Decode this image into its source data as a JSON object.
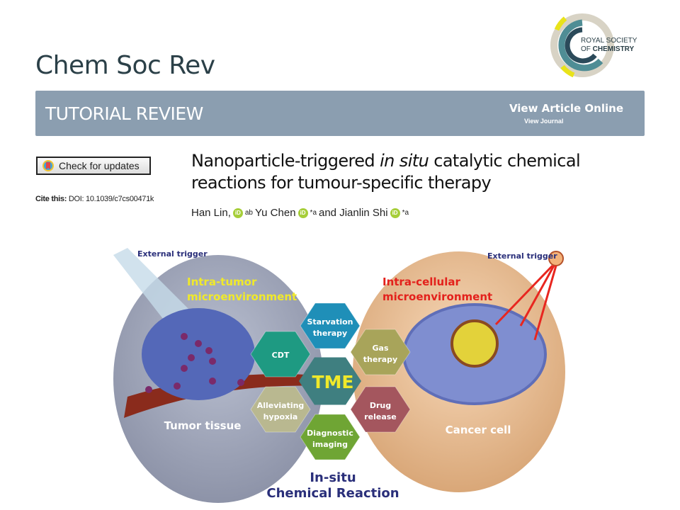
{
  "journal": "Chem Soc Rev",
  "publisher_logo": {
    "line1": "ROYAL SOCIETY",
    "line2_prefix": "OF ",
    "line2": "CHEMISTRY"
  },
  "banner": {
    "type": "TUTORIAL REVIEW",
    "view_article": "View Article Online",
    "view_journal": "View Journal"
  },
  "check_updates": "Check for updates",
  "cite": {
    "label": "Cite this:",
    "doi": "DOI: 10.1039/c7cs00471k"
  },
  "article": {
    "title_part1": "Nanoparticle-triggered ",
    "title_italic": "in situ",
    "title_part2": " catalytic chemical reactions for tumour-specific therapy",
    "authors": [
      {
        "name": "Han Lin,",
        "sup": "ab"
      },
      {
        "name": "Yu Chen",
        "sup": "*a"
      },
      {
        "name": "and Jianlin Shi",
        "sup": "*a"
      }
    ],
    "orcid_label": "iD"
  },
  "figure": {
    "left_trigger": "External trigger",
    "right_trigger": "External trigger",
    "left_env_1": "Intra-tumor",
    "left_env_2": "microenvironment",
    "right_env_1": "Intra-cellular",
    "right_env_2": "microenvironment",
    "left_label": "Tumor tissue",
    "right_label": "Cancer cell",
    "center": "TME",
    "hexes": [
      {
        "l1": "Starvation",
        "l2": "therapy",
        "color": "#1f8fb8"
      },
      {
        "l1": "CDT",
        "l2": "",
        "color": "#1e9a82"
      },
      {
        "l1": "Gas",
        "l2": "therapy",
        "color": "#a8a45a"
      },
      {
        "l1": "Alleviating",
        "l2": "hypoxia",
        "color": "#b9b890"
      },
      {
        "l1": "Drug",
        "l2": "release",
        "color": "#a4565e"
      },
      {
        "l1": "Diagnostic",
        "l2": "imaging",
        "color": "#6fa534"
      }
    ],
    "bottom_1": "In-situ",
    "bottom_2": "Chemical Reaction"
  }
}
